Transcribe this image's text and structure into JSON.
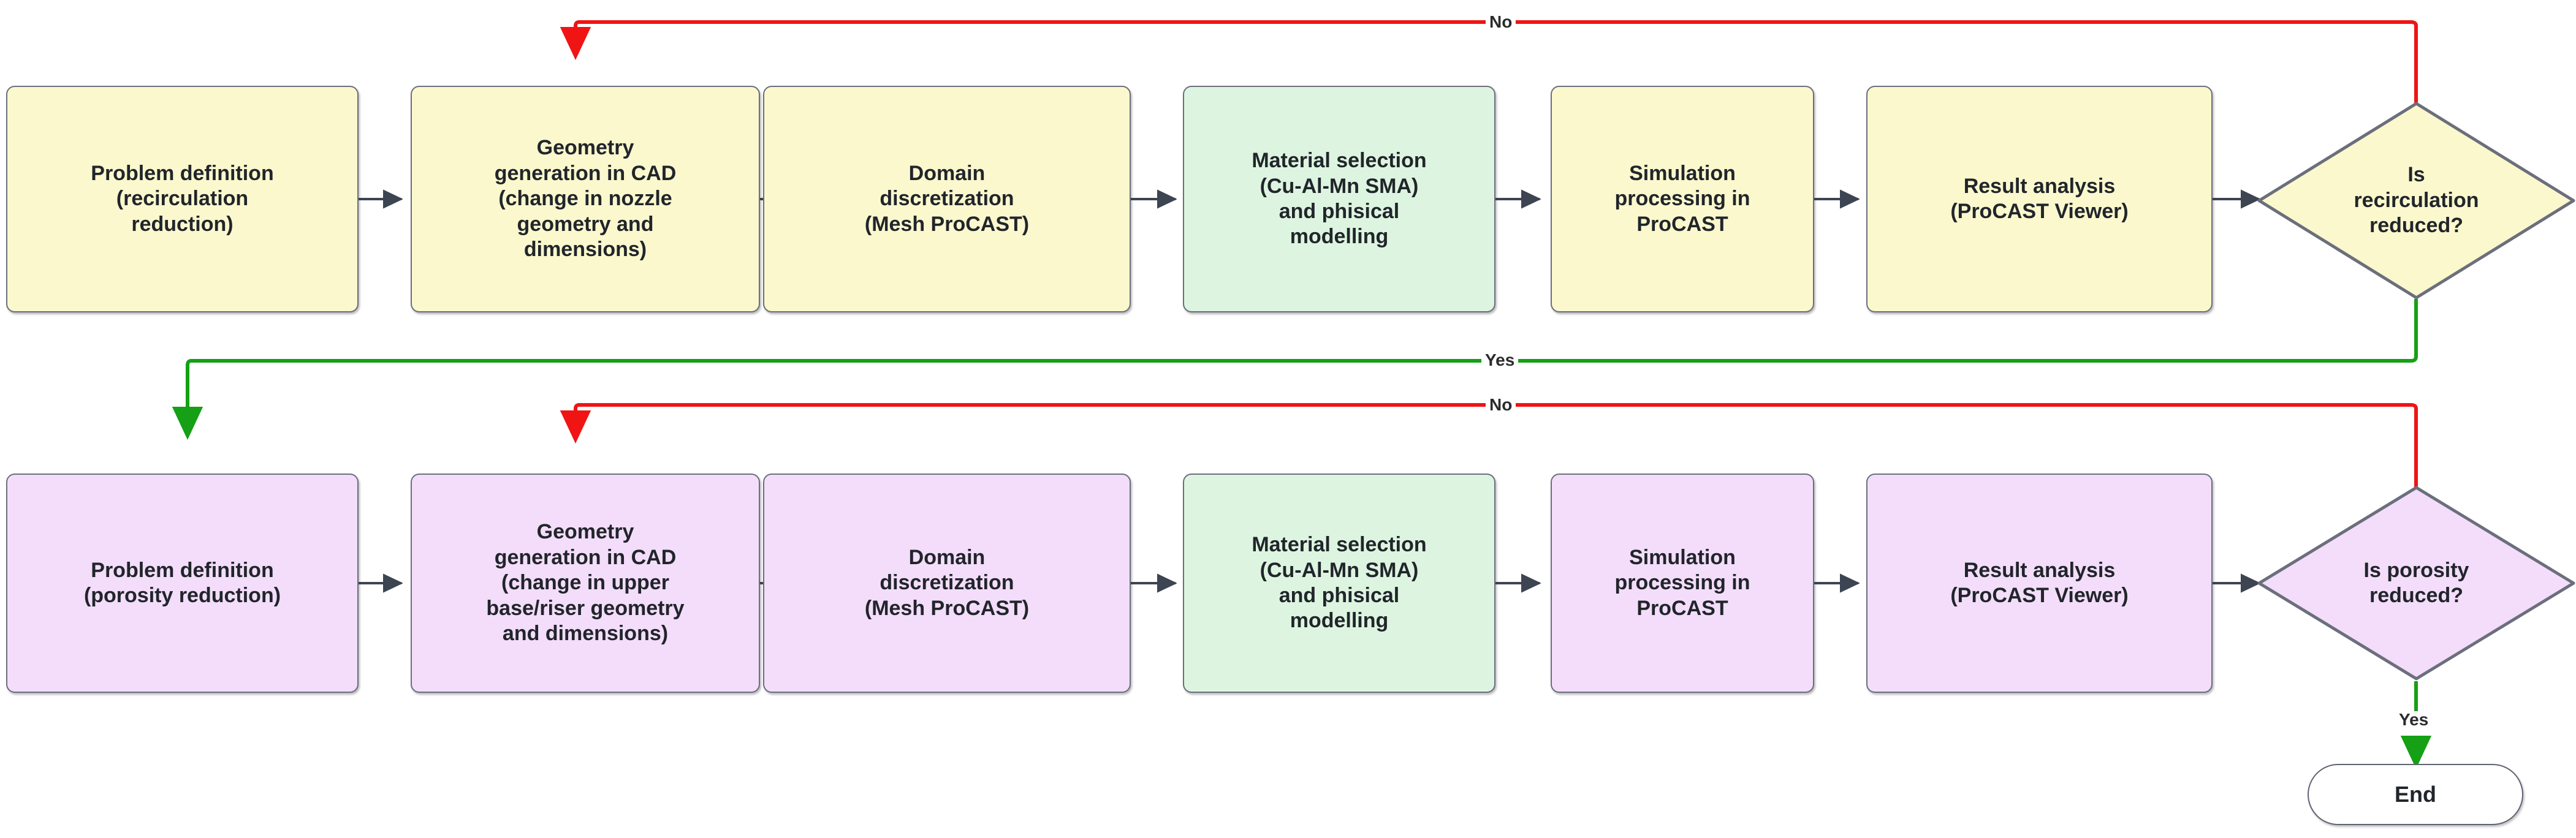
{
  "diagram": {
    "type": "flowchart",
    "title": "",
    "colors": {
      "yellow_fill": "#fbf8cd",
      "purple_fill": "#f3ddfa",
      "green_fill": "#ddf5e0",
      "node_stroke": "#6b6f7c",
      "arrow_default": "#3d4452",
      "arrow_no": "#f01414",
      "arrow_yes": "#15a015",
      "text": "#21252b",
      "background": "#ffffff"
    }
  },
  "row1": {
    "nodes": [
      {
        "id": "r1n1",
        "label": "Problem definition\n(recirculation\nreduction)",
        "shape": "process",
        "fill": "yellow"
      },
      {
        "id": "r1n2",
        "label": "Geometry\ngeneration in CAD\n(change in nozzle\ngeometry and\ndimensions)",
        "shape": "process",
        "fill": "yellow"
      },
      {
        "id": "r1n3",
        "label": "Domain\ndiscretization\n(Mesh ProCAST)",
        "shape": "process",
        "fill": "yellow"
      },
      {
        "id": "r1n4",
        "label": "Material selection\n(Cu-Al-Mn SMA)\nand phisical\nmodelling",
        "shape": "process",
        "fill": "green"
      },
      {
        "id": "r1n5",
        "label": "Simulation\nprocessing in\nProCAST",
        "shape": "process",
        "fill": "yellow"
      },
      {
        "id": "r1n6",
        "label": "Result analysis\n(ProCAST Viewer)",
        "shape": "process",
        "fill": "yellow"
      },
      {
        "id": "r1d1",
        "label": "Is\nrecirculation\nreduced?",
        "shape": "decision",
        "fill": "yellow"
      }
    ]
  },
  "row2": {
    "nodes": [
      {
        "id": "r2n1",
        "label": "Problem definition\n(porosity reduction)",
        "shape": "process",
        "fill": "purple"
      },
      {
        "id": "r2n2",
        "label": "Geometry\ngeneration in CAD\n(change in upper\nbase/riser geometry\nand dimensions)",
        "shape": "process",
        "fill": "purple"
      },
      {
        "id": "r2n3",
        "label": "Domain\ndiscretization\n(Mesh ProCAST)",
        "shape": "process",
        "fill": "purple"
      },
      {
        "id": "r2n4",
        "label": "Material selection\n(Cu-Al-Mn SMA)\nand phisical\nmodelling",
        "shape": "process",
        "fill": "green"
      },
      {
        "id": "r2n5",
        "label": "Simulation\nprocessing in\nProCAST",
        "shape": "process",
        "fill": "purple"
      },
      {
        "id": "r2n6",
        "label": "Result analysis\n(ProCAST Viewer)",
        "shape": "process",
        "fill": "purple"
      },
      {
        "id": "r2d1",
        "label": "Is porosity\nreduced?",
        "shape": "decision",
        "fill": "purple"
      }
    ]
  },
  "terminator": {
    "id": "end",
    "label": "End",
    "shape": "stadium"
  },
  "edge_labels": {
    "row1_no": "No",
    "row1_yes": "Yes",
    "row2_no": "No",
    "row2_yes": "Yes"
  }
}
